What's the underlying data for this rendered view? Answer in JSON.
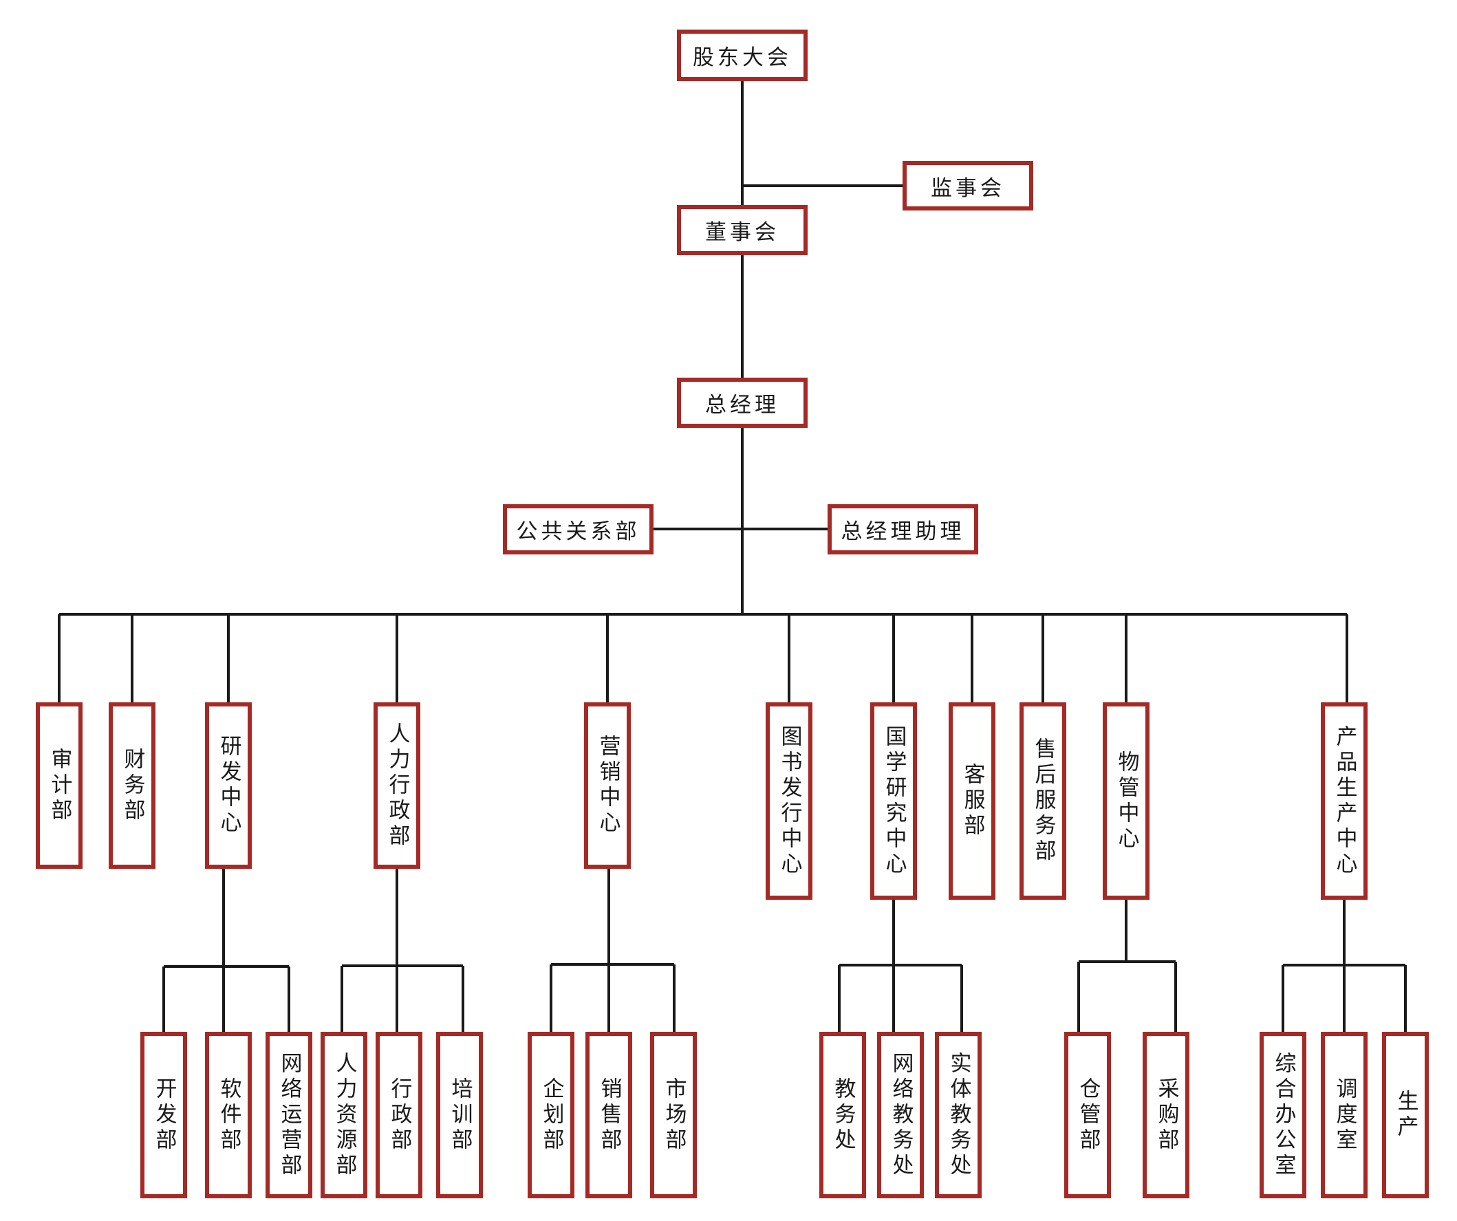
{
  "top": {
    "shareholders": "股东大会",
    "supervisors": "监事会",
    "board": "董事会",
    "general_manager": "总经理",
    "public_relations": "公共关系部",
    "gm_assistant": "总经理助理"
  },
  "departments": [
    {
      "label": "审计部",
      "children": []
    },
    {
      "label": "财务部",
      "children": []
    },
    {
      "label": "研发中心",
      "children": [
        "开发部",
        "软件部",
        "网络运营部"
      ]
    },
    {
      "label": "人力行政部",
      "children": [
        "人力资源部",
        "行政部",
        "培训部"
      ]
    },
    {
      "label": "营销中心",
      "children": [
        "企划部",
        "销售部",
        "市场部"
      ]
    },
    {
      "label": "图书发行中心",
      "children": []
    },
    {
      "label": "国学研究中心",
      "children": [
        "教务处",
        "网络教务处",
        "实体教务处"
      ]
    },
    {
      "label": "客服部",
      "children": []
    },
    {
      "label": "售后服务部",
      "children": []
    },
    {
      "label": "物管中心",
      "children": [
        "仓管部",
        "采购部"
      ]
    },
    {
      "label": "产品生产中心",
      "children": [
        "综合办公室",
        "调度室",
        "生产"
      ]
    }
  ]
}
